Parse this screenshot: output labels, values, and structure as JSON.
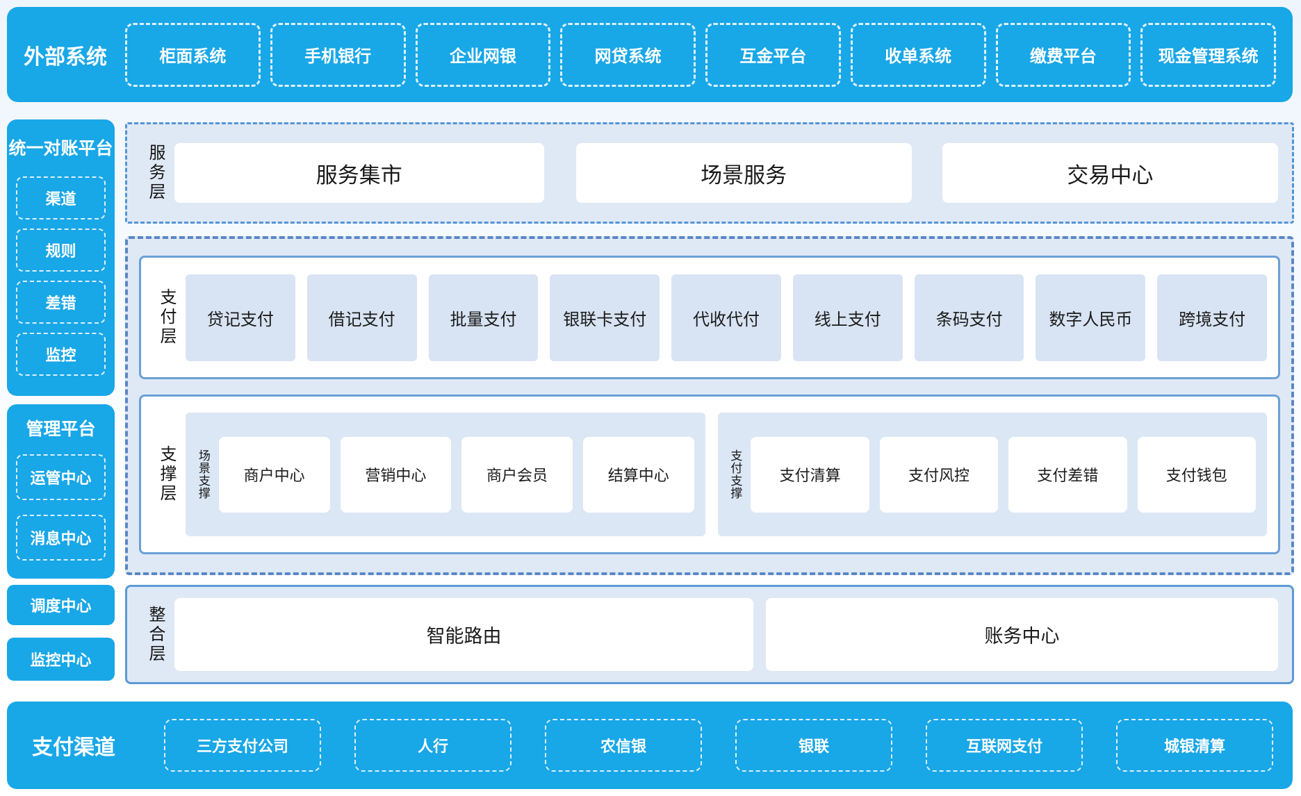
{
  "colors": {
    "bright_blue": "#18a7e7",
    "section_bg": "#dfe9f6",
    "item_bg": "#d8e4f3",
    "solid_border": "#5b9bd5",
    "dashed_border": "#5b87c5",
    "text_dark": "#1a1a1a",
    "text_white": "#ffffff"
  },
  "external_systems": {
    "label": "外部系统",
    "items": [
      "柜面系统",
      "手机银行",
      "企业网银",
      "网贷系统",
      "互金平台",
      "收单系统",
      "缴费平台",
      "现金管理系统"
    ]
  },
  "sidebar": {
    "reconciliation": {
      "title": "统一对账平台",
      "items": [
        "渠道",
        "规则",
        "差错",
        "监控"
      ]
    },
    "management": {
      "title": "管理平台",
      "items": [
        "运管中心",
        "消息中心"
      ]
    },
    "dispatch_center": "调度中心",
    "monitor_center": "监控中心"
  },
  "service_layer": {
    "label": "服务层",
    "items": [
      "服务集市",
      "场景服务",
      "交易中心"
    ]
  },
  "payment_layer": {
    "label": "支付层",
    "items": [
      "贷记支付",
      "借记支付",
      "批量支付",
      "银联卡支付",
      "代收代付",
      "线上支付",
      "条码支付",
      "数字人民币",
      "跨境支付"
    ]
  },
  "support_layer": {
    "label": "支撑层",
    "groups": [
      {
        "label": "场景支撑",
        "items": [
          "商户中心",
          "营销中心",
          "商户会员",
          "结算中心"
        ]
      },
      {
        "label": "支付支撑",
        "items": [
          "支付清算",
          "支付风控",
          "支付差错",
          "支付钱包"
        ]
      }
    ]
  },
  "integration_layer": {
    "label": "整合层",
    "items": [
      "智能路由",
      "账务中心"
    ]
  },
  "payment_channels": {
    "label": "支付渠道",
    "items": [
      "三方支付公司",
      "人行",
      "农信银",
      "银联",
      "互联网支付",
      "城银清算"
    ]
  }
}
